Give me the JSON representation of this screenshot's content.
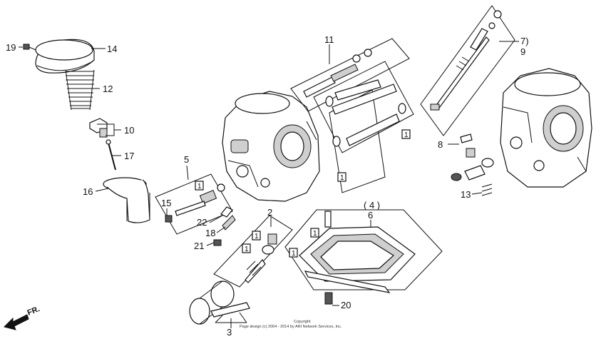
{
  "callouts": {
    "c19": "19",
    "c14": "14",
    "c12": "12",
    "c10": "10",
    "c17": "17",
    "c16": "16",
    "c5": "5",
    "c15": "15",
    "c22": "22",
    "c18": "18",
    "c21": "21",
    "c3": "3",
    "c2": "2",
    "c11": "11",
    "c7": "7)",
    "c9": "9",
    "c8": "8",
    "c13": "13",
    "c4": "( 4 )",
    "c6": "6",
    "c20": "20"
  },
  "boxed_qty": "1",
  "copyright": {
    "line1": "Copyright",
    "line2": "Page design (c) 2004 - 2014 by ARI Network Services, Inc."
  },
  "direction": "FR."
}
